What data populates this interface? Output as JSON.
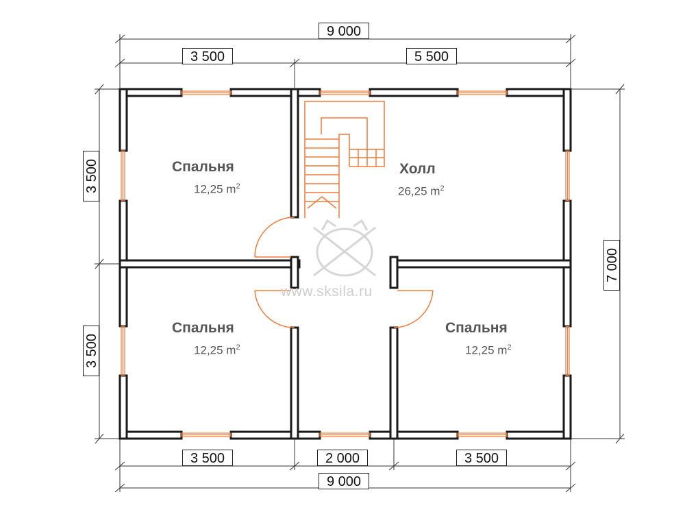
{
  "dimensions": {
    "top_total": "9 000",
    "top_left": "3 500",
    "top_right": "5 500",
    "bottom_left": "3 500",
    "bottom_mid": "2 000",
    "bottom_right": "3 500",
    "bottom_total": "9 000",
    "left_upper": "3 500",
    "left_lower": "3 500",
    "right_total": "7 000"
  },
  "rooms": {
    "bedroom_top_left": {
      "name": "Спальня",
      "area": "12,25 m",
      "unit_exp": "2"
    },
    "hall": {
      "name": "Холл",
      "area": "26,25 m",
      "unit_exp": "2"
    },
    "bedroom_bottom_left": {
      "name": "Спальня",
      "area": "12,25 m",
      "unit_exp": "2"
    },
    "bedroom_bottom_right": {
      "name": "Спальня",
      "area": "12,25 m",
      "unit_exp": "2"
    }
  },
  "watermark": {
    "url": "www.sksila.ru"
  },
  "colors": {
    "wall": "#1a1a1a",
    "window_door": "#f07a3a",
    "dimension_line": "#333333"
  }
}
